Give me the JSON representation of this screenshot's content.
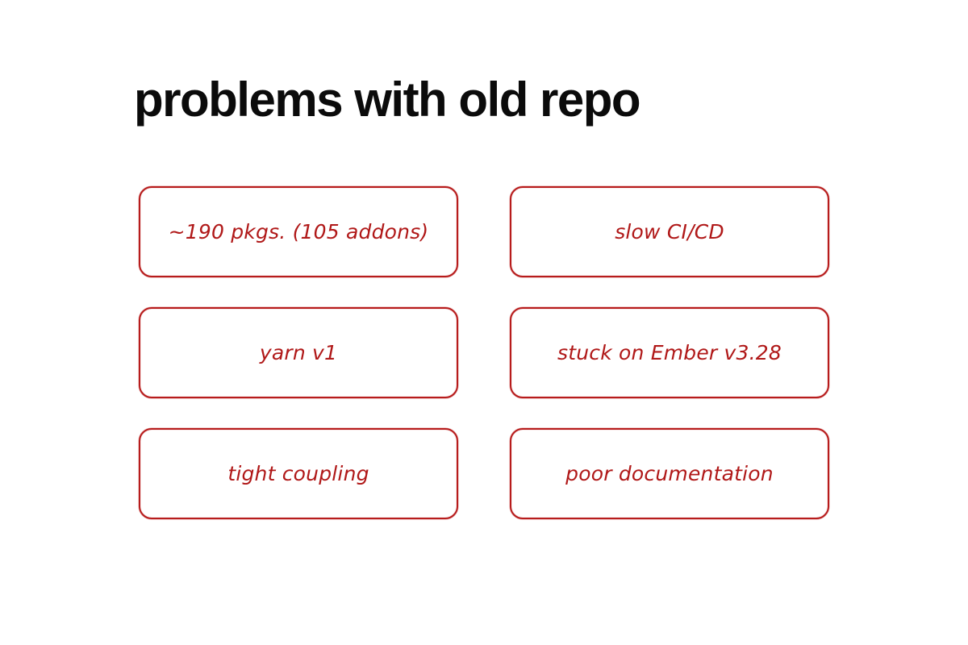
{
  "slide": {
    "title": "problems with old repo",
    "accent_color": "#b71c1c",
    "problems": [
      {
        "label": "~190 pkgs. (105 addons)"
      },
      {
        "label": "slow CI/CD"
      },
      {
        "label": "yarn v1"
      },
      {
        "label": "stuck on Ember v3.28"
      },
      {
        "label": "tight coupling"
      },
      {
        "label": "poor documentation"
      }
    ]
  }
}
